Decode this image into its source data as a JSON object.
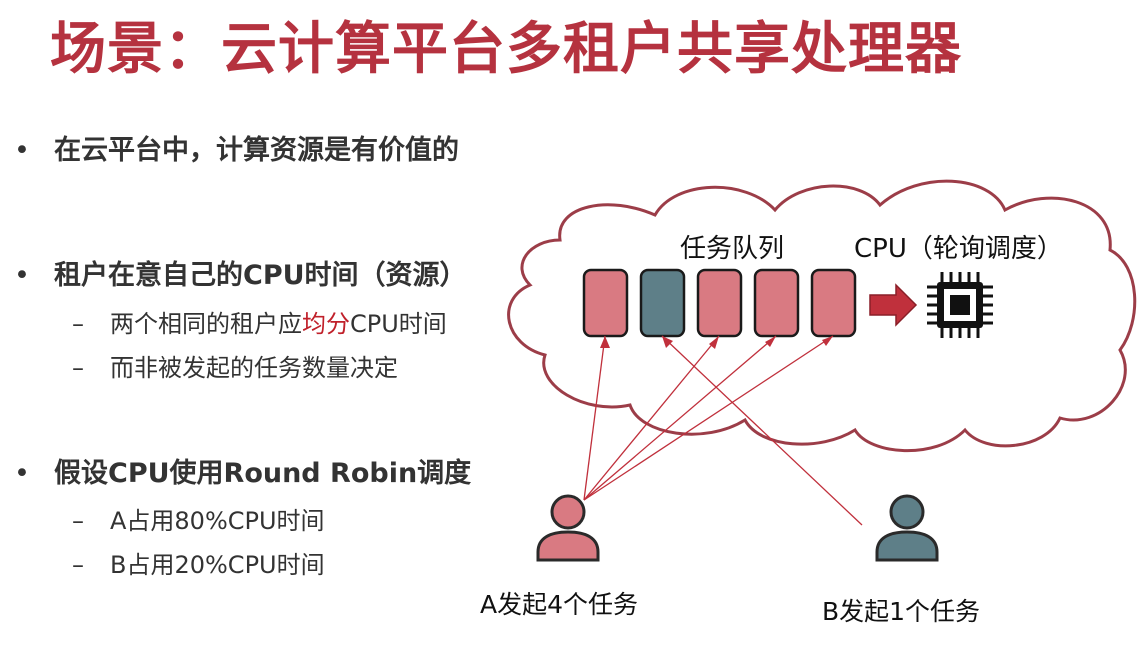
{
  "title": "场景：云计算平台多租户共享处理器",
  "bullets": [
    {
      "text": "在云平台中，计算资源是有价值的",
      "subs": []
    },
    {
      "text": "租户在意自己的CPU时间（资源）",
      "subs": [
        {
          "pre": "两个相同的租户应",
          "hl": "均分",
          "post": "CPU时间"
        },
        {
          "pre": "而非被发起的任务数量决定",
          "hl": "",
          "post": ""
        }
      ]
    },
    {
      "text": "假设CPU使用Round Robin调度",
      "subs": [
        {
          "pre": "A占用80%CPU时间",
          "hl": "",
          "post": ""
        },
        {
          "pre": "B占用20%CPU时间",
          "hl": "",
          "post": ""
        }
      ]
    }
  ],
  "bullet_glyph": "•",
  "dash_glyph": "–",
  "diagram": {
    "queue_label": "任务队列",
    "cpu_label": "CPU（轮询调度）",
    "user_a_label": "A发起4个任务",
    "user_b_label": "B发起1个任务",
    "queue_owners": [
      "A",
      "B",
      "A",
      "A",
      "A"
    ],
    "colors": {
      "accent": "#b5323f",
      "user_a": "#d97a82",
      "user_b": "#5e7f88",
      "cloud_stroke": "#9c3d48",
      "arrow": "#c0303c"
    }
  }
}
